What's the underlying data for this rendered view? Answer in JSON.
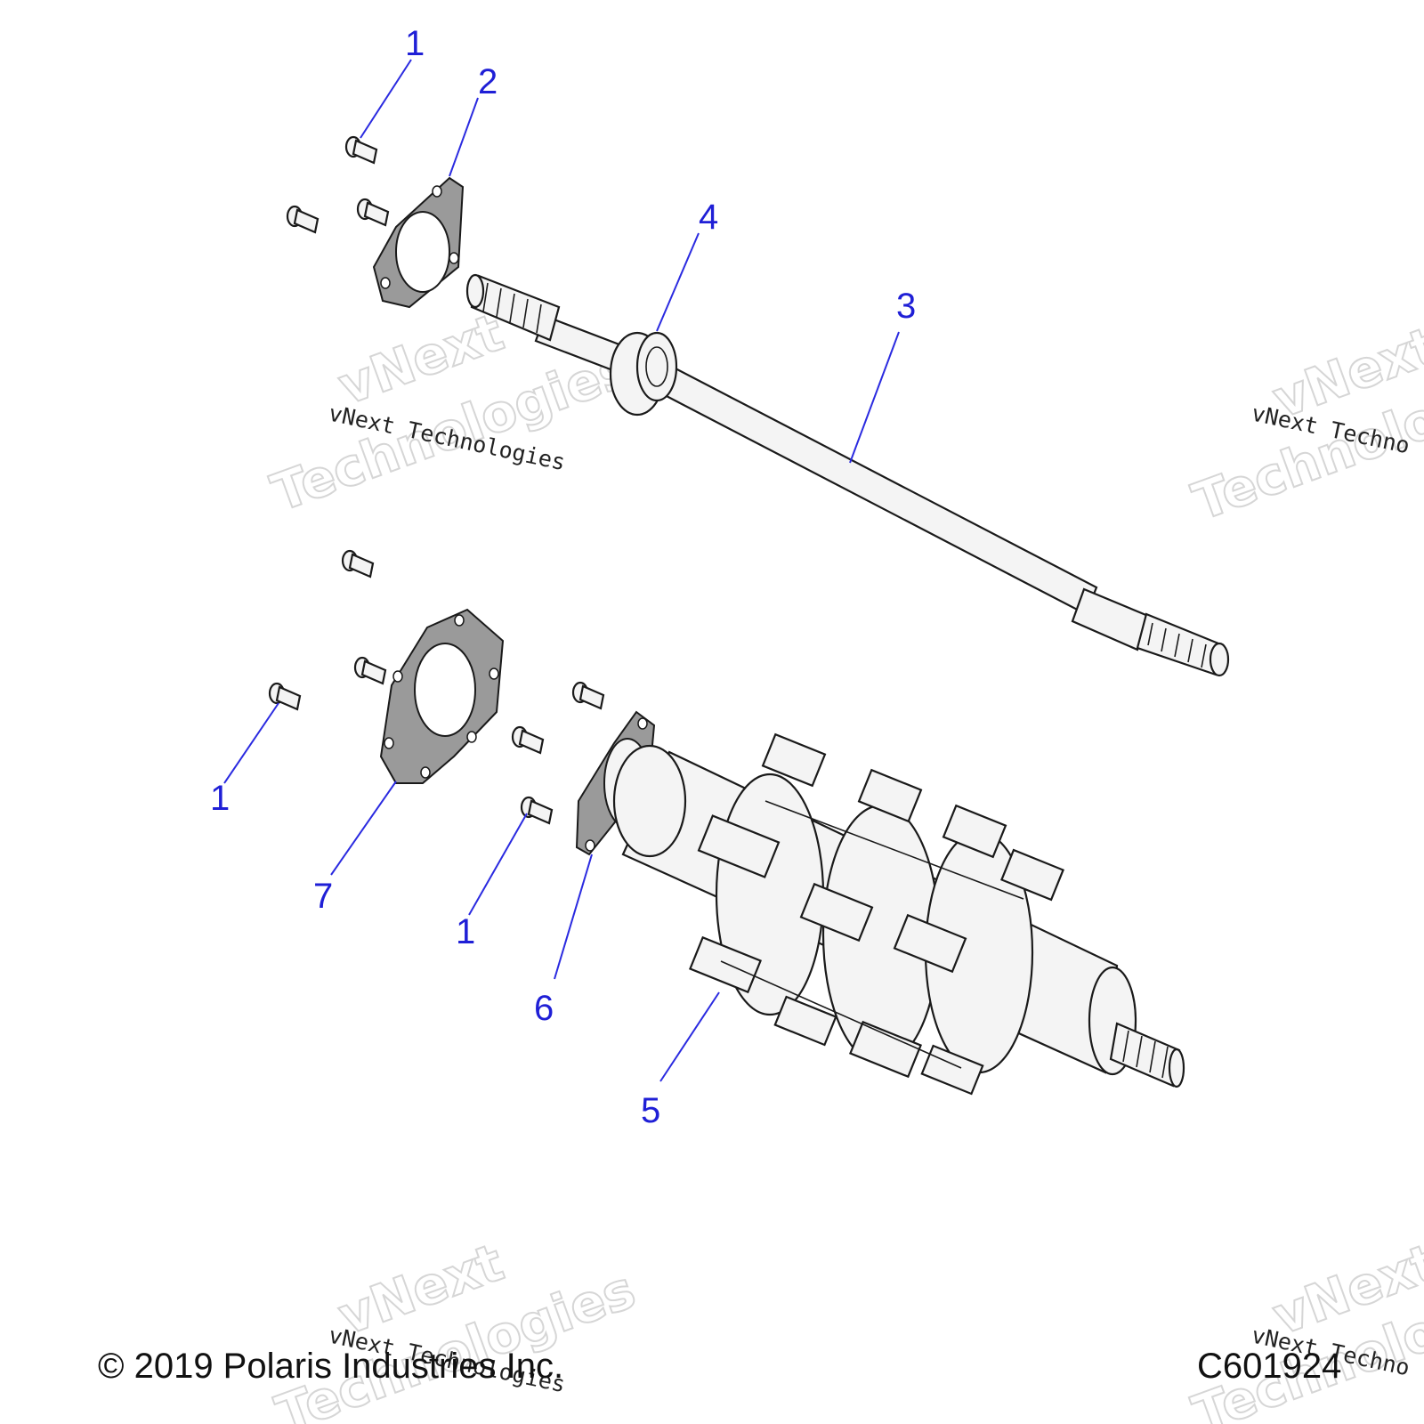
{
  "callouts": [
    "1",
    "2",
    "3",
    "4",
    "5",
    "6",
    "7"
  ],
  "watermark": {
    "small": "vNext Technologies",
    "big_line1": "vNext",
    "big_line2": "Technologies",
    "partial_small": "vNext Techno",
    "partial_big2": "Technolo"
  },
  "footer": {
    "copyright": "© 2019 Polaris Industries Inc.",
    "diagram_code": "C601924"
  }
}
